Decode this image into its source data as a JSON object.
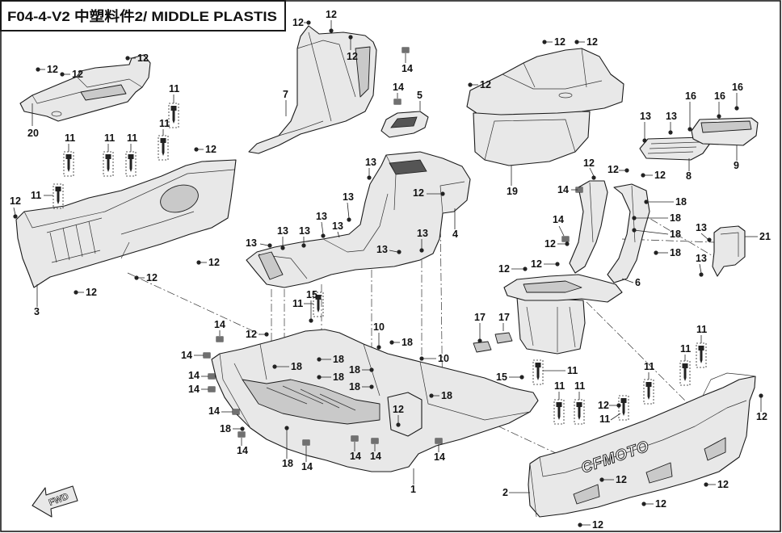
{
  "title": "F04-4-V2 中塑料件2/ MIDDLE PLASTIS",
  "fwd_label": "FWD",
  "brand_mark": "CFMOTO",
  "colors": {
    "line": "#1a1a1a",
    "part_fill": "#e8e8e8",
    "part_shade": "#c9c9c9",
    "background": "#ffffff"
  },
  "callouts": [
    "12",
    "12",
    "12",
    "20",
    "11",
    "11",
    "11",
    "11",
    "11",
    "11",
    "12",
    "12",
    "12",
    "12",
    "12",
    "3",
    "12",
    "12",
    "12",
    "7",
    "14",
    "14",
    "5",
    "12",
    "12",
    "12",
    "19",
    "13",
    "13",
    "16",
    "16",
    "16",
    "8",
    "9",
    "13",
    "13",
    "13",
    "13",
    "13",
    "13",
    "13",
    "13",
    "13",
    "12",
    "4",
    "12",
    "12",
    "12",
    "14",
    "14",
    "12",
    "12",
    "12",
    "18",
    "18",
    "18",
    "18",
    "6",
    "21",
    "13",
    "13",
    "15",
    "11",
    "14",
    "14",
    "14",
    "14",
    "14",
    "18",
    "14",
    "14",
    "18",
    "14",
    "14",
    "14",
    "12",
    "18",
    "18",
    "18",
    "18",
    "18",
    "18",
    "10",
    "10",
    "15",
    "18",
    "12",
    "1",
    "17",
    "17",
    "11",
    "11",
    "11",
    "11",
    "11",
    "11",
    "11",
    "12",
    "12",
    "12",
    "12",
    "12",
    "12",
    "2"
  ]
}
